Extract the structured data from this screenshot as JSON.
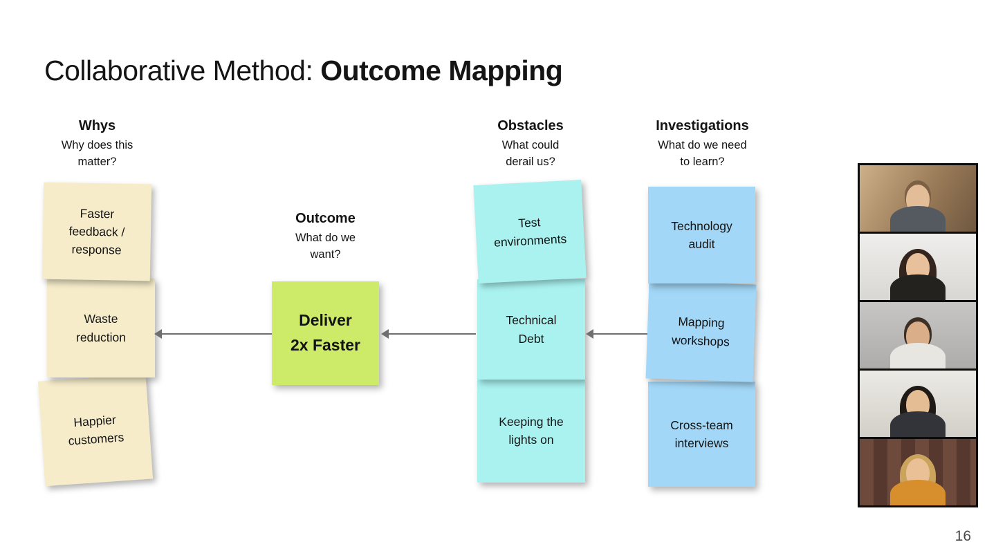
{
  "slide": {
    "title_regular": "Collaborative Method: ",
    "title_bold": "Outcome Mapping",
    "page_number": "16"
  },
  "columns": {
    "whys": {
      "label": "Whys",
      "subtitle": "Why does this\nmatter?"
    },
    "outcome": {
      "label": "Outcome",
      "subtitle": "What do we\nwant?"
    },
    "obstacles": {
      "label": "Obstacles",
      "subtitle": "What could\nderail us?"
    },
    "investigations": {
      "label": "Investigations",
      "subtitle": "What do we need\nto learn?"
    }
  },
  "notes": {
    "whys": [
      "Faster\nfeedback /\nresponse",
      "Waste\nreduction",
      "Happier\ncustomers"
    ],
    "outcome": "Deliver\n2x Faster",
    "obstacles": [
      "Test\nenvironments",
      "Technical\nDebt",
      "Keeping the\nlights on"
    ],
    "investigations": [
      "Technology\naudit",
      "Mapping\nworkshops",
      "Cross-team\ninterviews"
    ]
  },
  "colors": {
    "whys_note": "#f6ecca",
    "outcome_note": "#cdea68",
    "obstacles_note": "#a9f2f0",
    "investigations_note": "#a3d7f7",
    "arrow": "#6f6f6f"
  },
  "video_strip": {
    "tile_count": 5
  }
}
